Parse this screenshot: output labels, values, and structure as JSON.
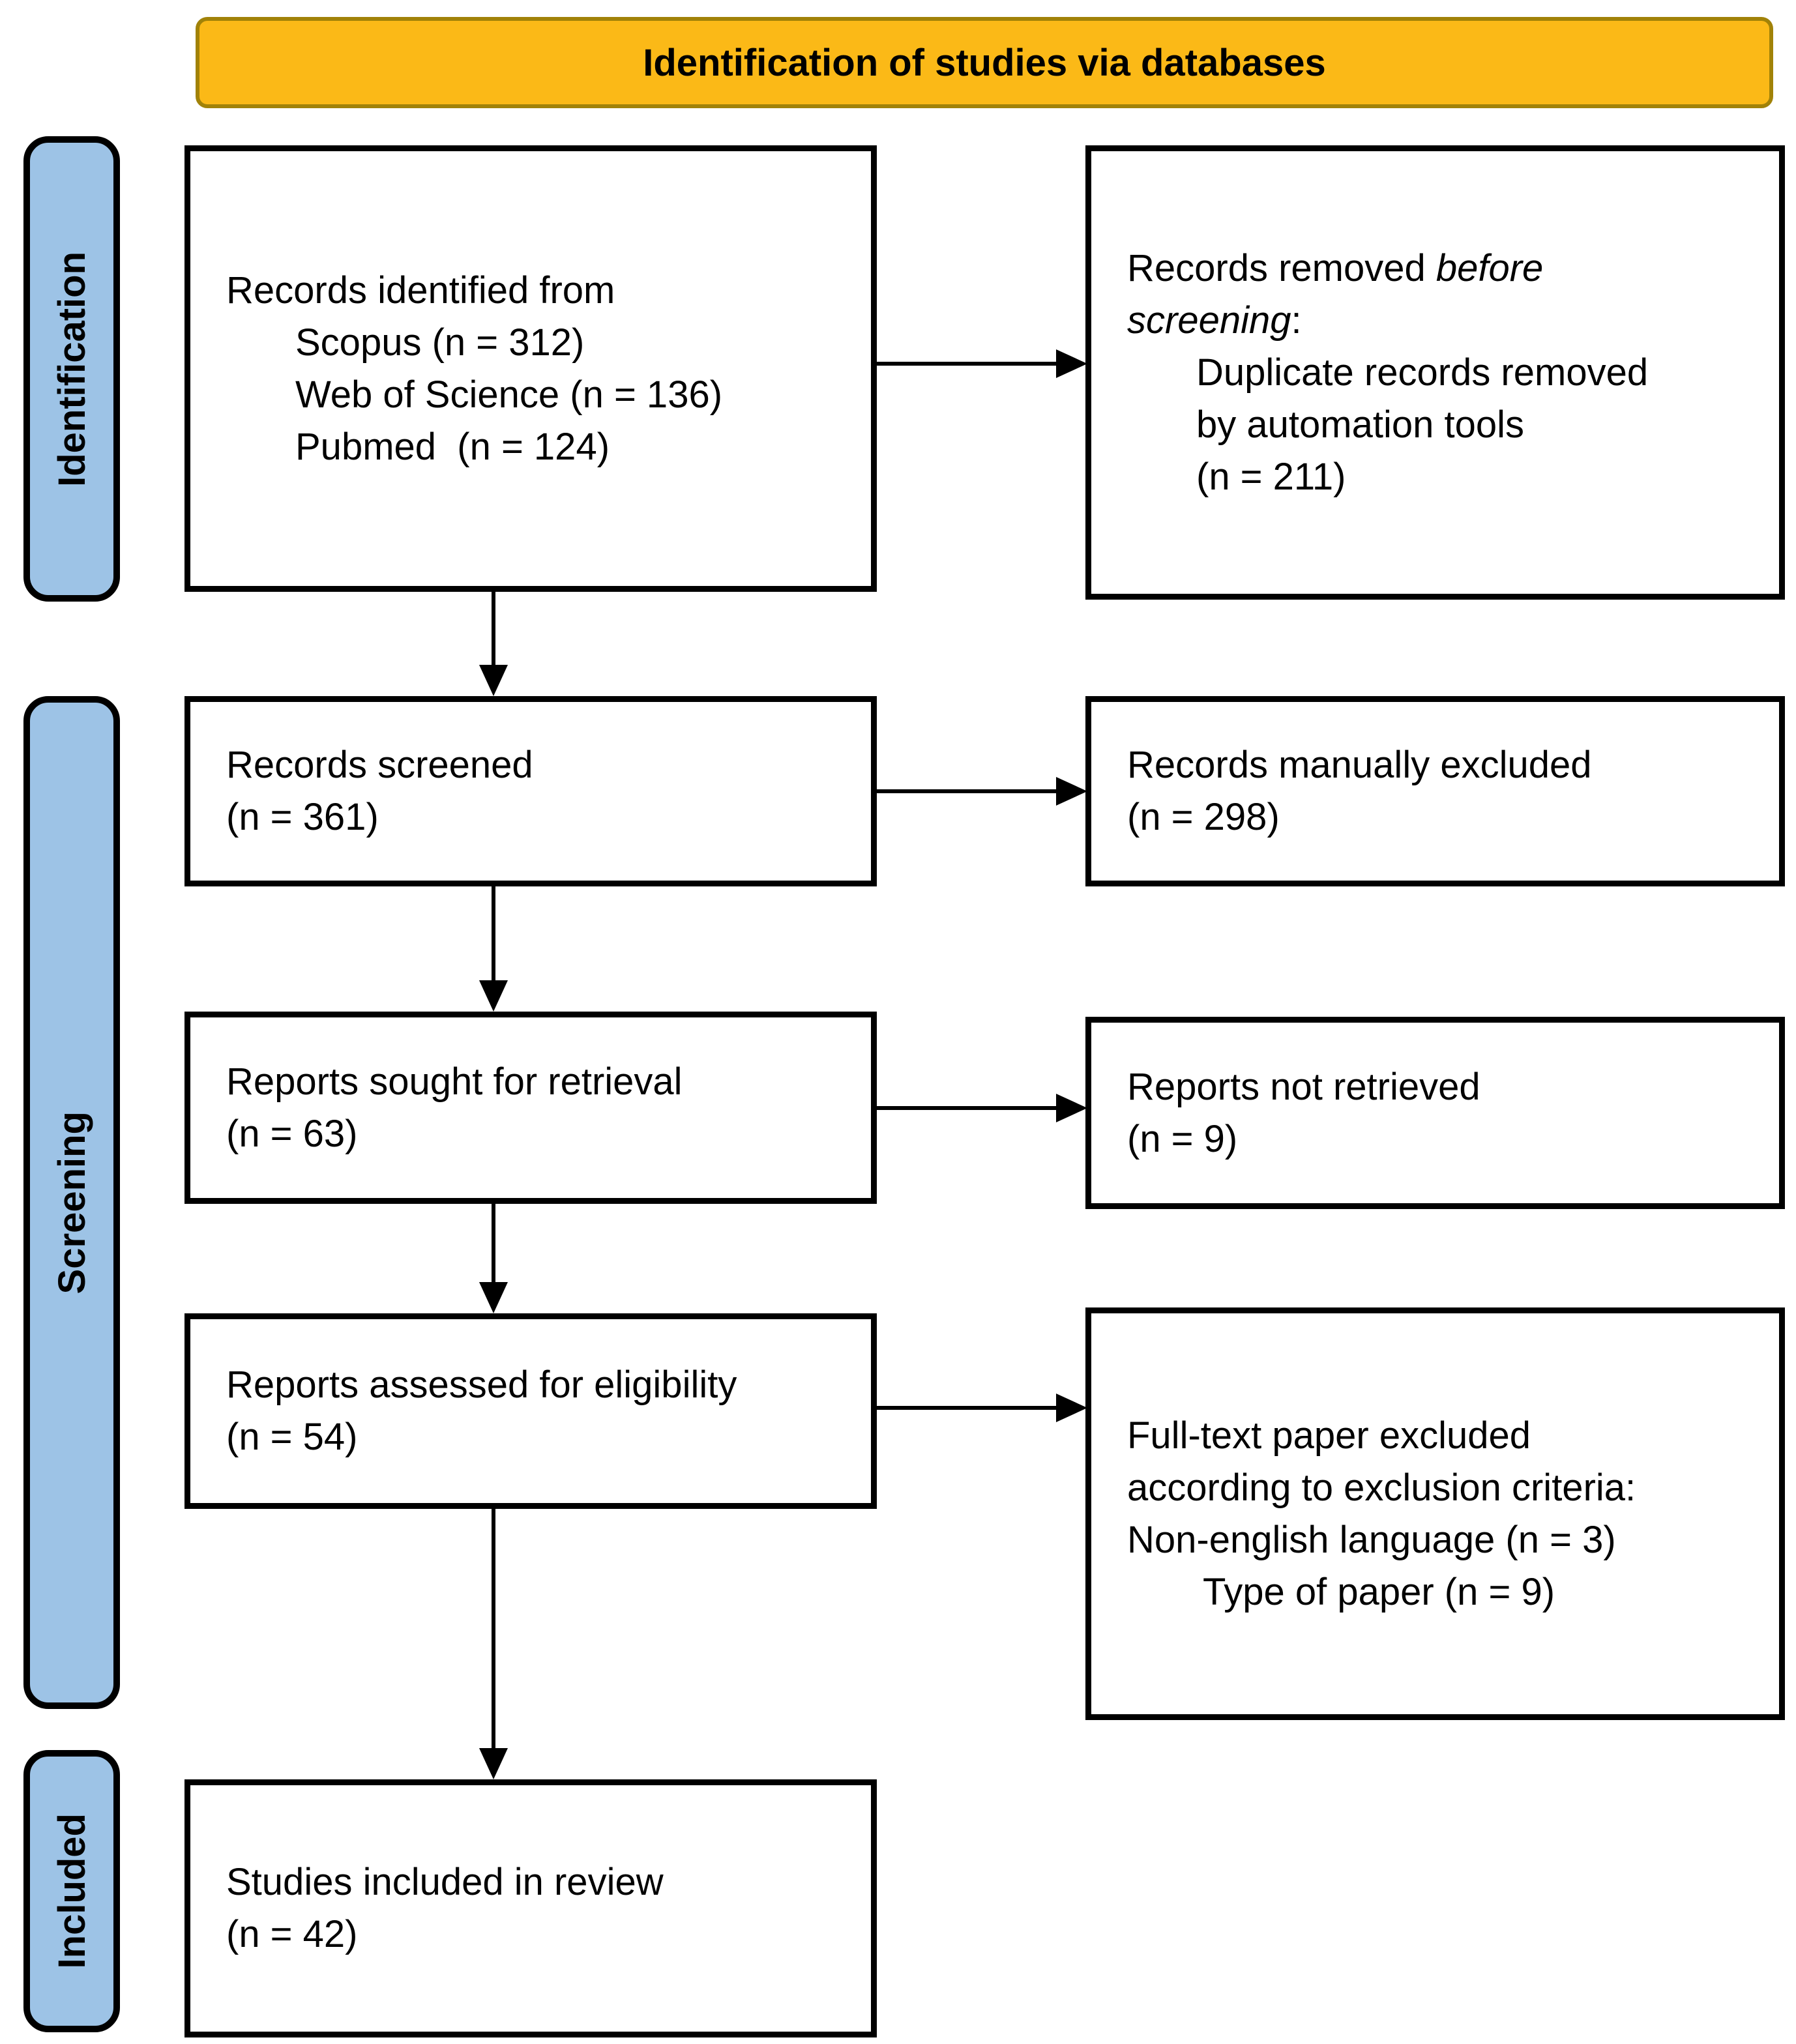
{
  "header": {
    "title": "Identification of studies via databases"
  },
  "colors": {
    "title_bg": "#FBB917",
    "title_border": "#A18208",
    "stage_bg": "#9DC3E6",
    "stage_border": "#000000",
    "box_border": "#000000",
    "arrow": "#000000",
    "text": "#000000",
    "page_bg": "#FFFFFF"
  },
  "stages": [
    {
      "label": "Identification"
    },
    {
      "label": "Screening"
    },
    {
      "label": "Included"
    }
  ],
  "boxes": {
    "records_identified": {
      "intro": "Records identified from",
      "sources": [
        "Scopus (n = 312)",
        "Web of Science (n = 136)",
        "Pubmed  (n = 124)"
      ]
    },
    "records_removed": {
      "line1_text": "Records removed ",
      "line1_italic": "before",
      "line2_italic": "screening",
      "line2_text": ":",
      "details": [
        "Duplicate records removed",
        "by automation tools",
        "(n = 211)"
      ]
    },
    "records_screened": {
      "title": "Records screened",
      "count": "(n = 361)"
    },
    "records_manually_excluded": {
      "title": "Records manually excluded",
      "count": "(n = 298)"
    },
    "reports_sought": {
      "title": "Reports sought for retrieval",
      "count": "(n = 63)"
    },
    "reports_not_retrieved": {
      "title": "Reports not retrieved",
      "count": "(n = 9)"
    },
    "reports_assessed": {
      "title": "Reports assessed for eligibility",
      "count": "(n = 54)"
    },
    "fulltext_excluded": {
      "lines": [
        "Full-text paper excluded",
        "according to exclusion criteria:",
        "Non-english language (n = 3)"
      ],
      "indented": "Type of paper (n = 9)"
    },
    "studies_included": {
      "title": "Studies included in review",
      "count": "(n = 42)"
    }
  }
}
